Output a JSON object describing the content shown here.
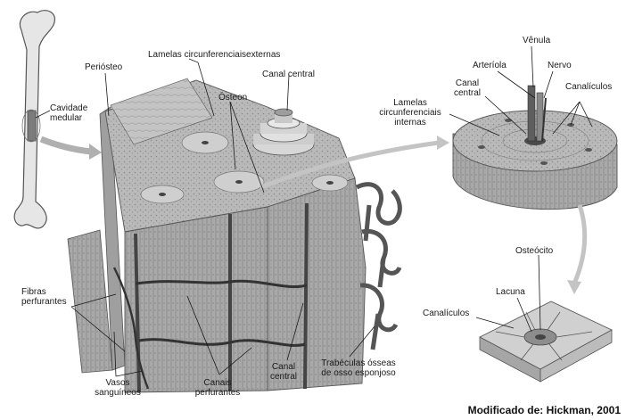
{
  "labels": {
    "periosteo": "Periósteo",
    "lamelas_externas": "Lamelas circunferenciaisexternas",
    "canal_central_top": "Canal central",
    "osteon": "Ósteon",
    "cavidade_medular_1": "Cavidade",
    "cavidade_medular_2": "medular",
    "lamelas_internas_1": "Lamelas",
    "lamelas_internas_2": "circunferenciais",
    "lamelas_internas_3": "internas",
    "venula": "Vênula",
    "arteriola": "Arteríola",
    "canal_central_right_1": "Canal",
    "canal_central_right_2": "central",
    "nervo": "Nervo",
    "canaliculos_top": "Canalículos",
    "osteocito": "Osteócito",
    "lacuna": "Lacuna",
    "canaliculos_bottom": "Canalículos",
    "fibras_perfurantes_1": "Fibras",
    "fibras_perfurantes_2": "perfurantes",
    "vasos_sanguineos_1": "Vasos",
    "vasos_sanguineos_2": "sanguíneos",
    "canais_perfurantes_1": "Canais",
    "canais_perfurantes_2": "perfurantes",
    "canal_central_bottom_1": "Canal",
    "canal_central_bottom_2": "central",
    "trabeculas_1": "Trabéculas ósseas",
    "trabeculas_2": "de osso esponjoso"
  },
  "credit": "Modificado de: Hickman, 2001"
}
